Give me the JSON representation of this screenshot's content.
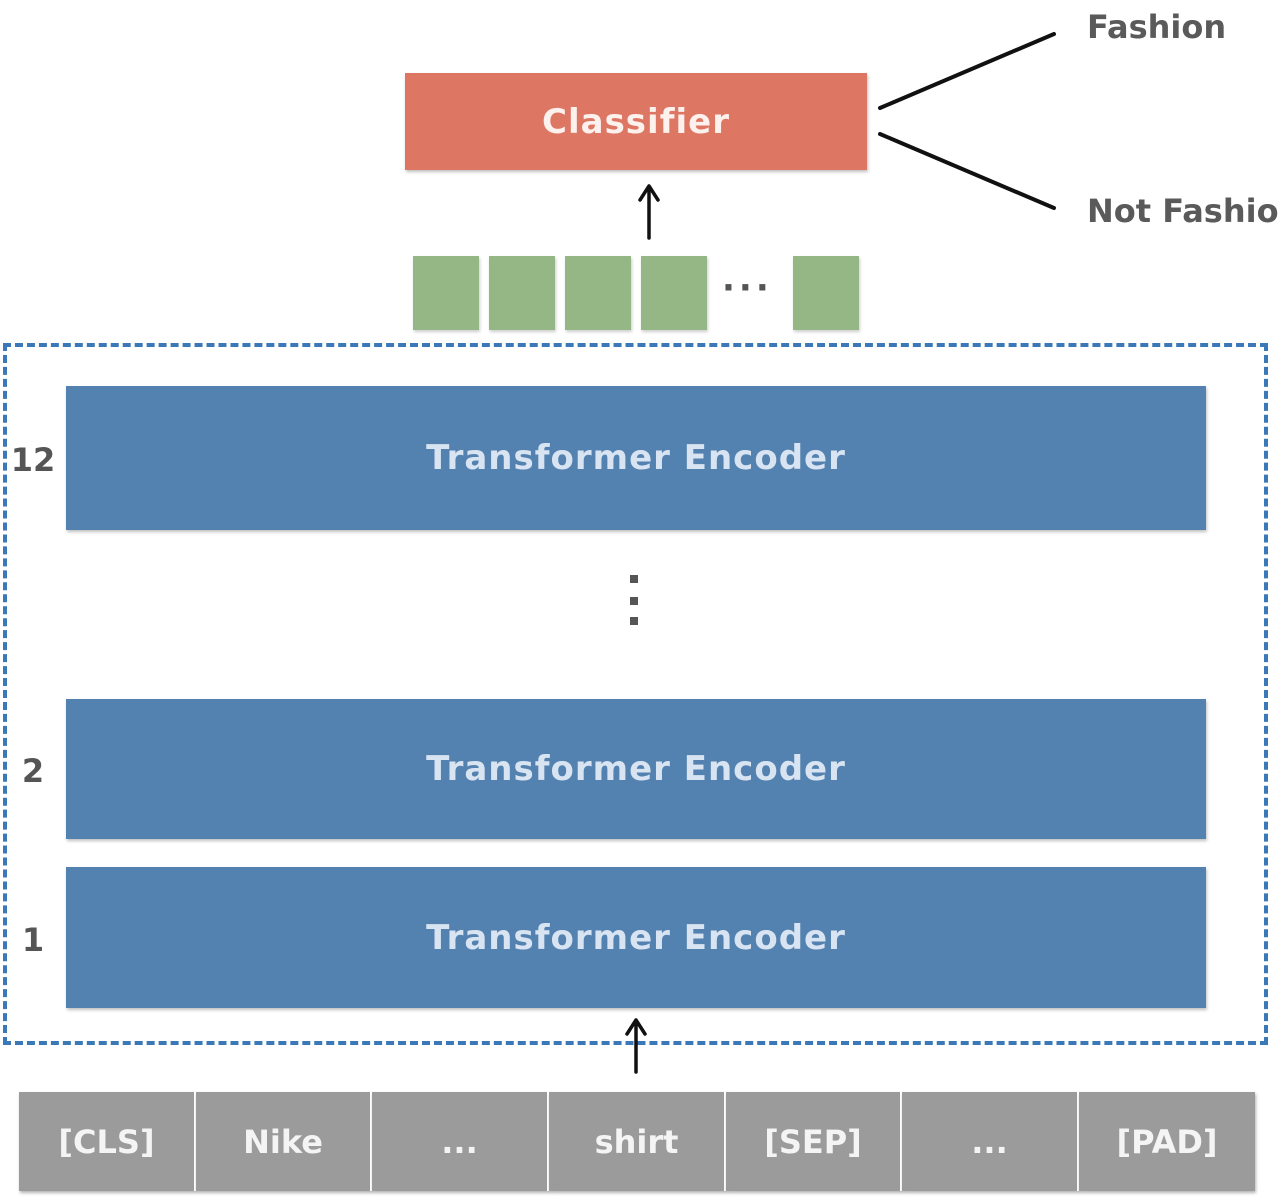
{
  "classifier": {
    "label": "Classifier",
    "color": "#de7664"
  },
  "outputs": [
    {
      "label": "Fashion"
    },
    {
      "label": "Not Fashion"
    }
  ],
  "pooled_output": {
    "ellipsis": "···",
    "color": "#94b785"
  },
  "encoder_stack": {
    "border_color": "#3a78b8",
    "block_color": "#5482b0",
    "layers": [
      {
        "number": "12",
        "label": "Transformer Encoder"
      },
      {
        "number": "2",
        "label": "Transformer Encoder"
      },
      {
        "number": "1",
        "label": "Transformer Encoder"
      }
    ]
  },
  "tokens": {
    "color": "#9b9b9b",
    "items": [
      "[CLS]",
      "Nike",
      "...",
      "shirt",
      "[SEP]",
      "...",
      "[PAD]"
    ]
  }
}
